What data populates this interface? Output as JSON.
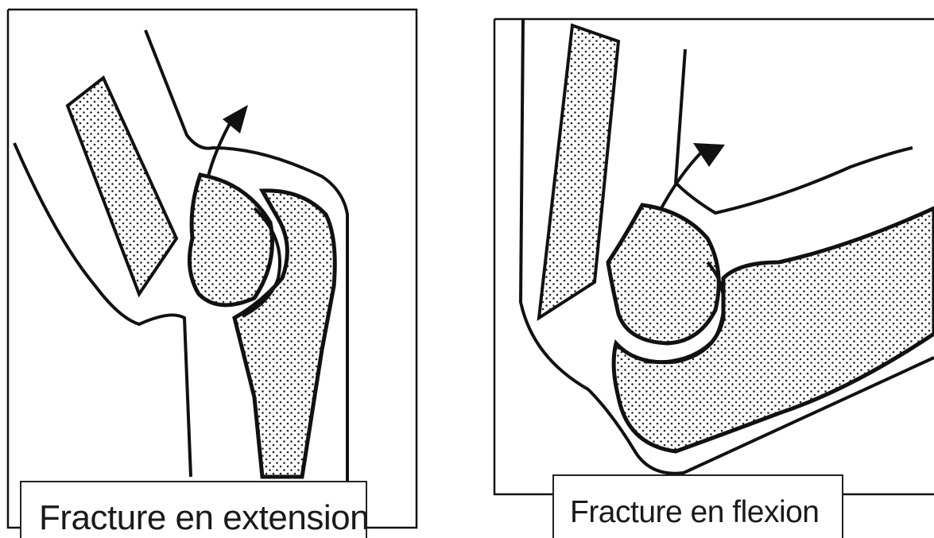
{
  "panels": [
    {
      "caption": "Fracture en extension",
      "caption_box_icon": "caption-box"
    },
    {
      "caption": "Fracture en flexion",
      "caption_box_icon": "caption-box"
    }
  ],
  "colors": {
    "line": "#111111",
    "stipple": "#222222",
    "background": "#ffffff"
  },
  "icons": {
    "arrow": "curved-arrow-icon",
    "bone": "bone-shape",
    "frame": "panel-frame"
  }
}
